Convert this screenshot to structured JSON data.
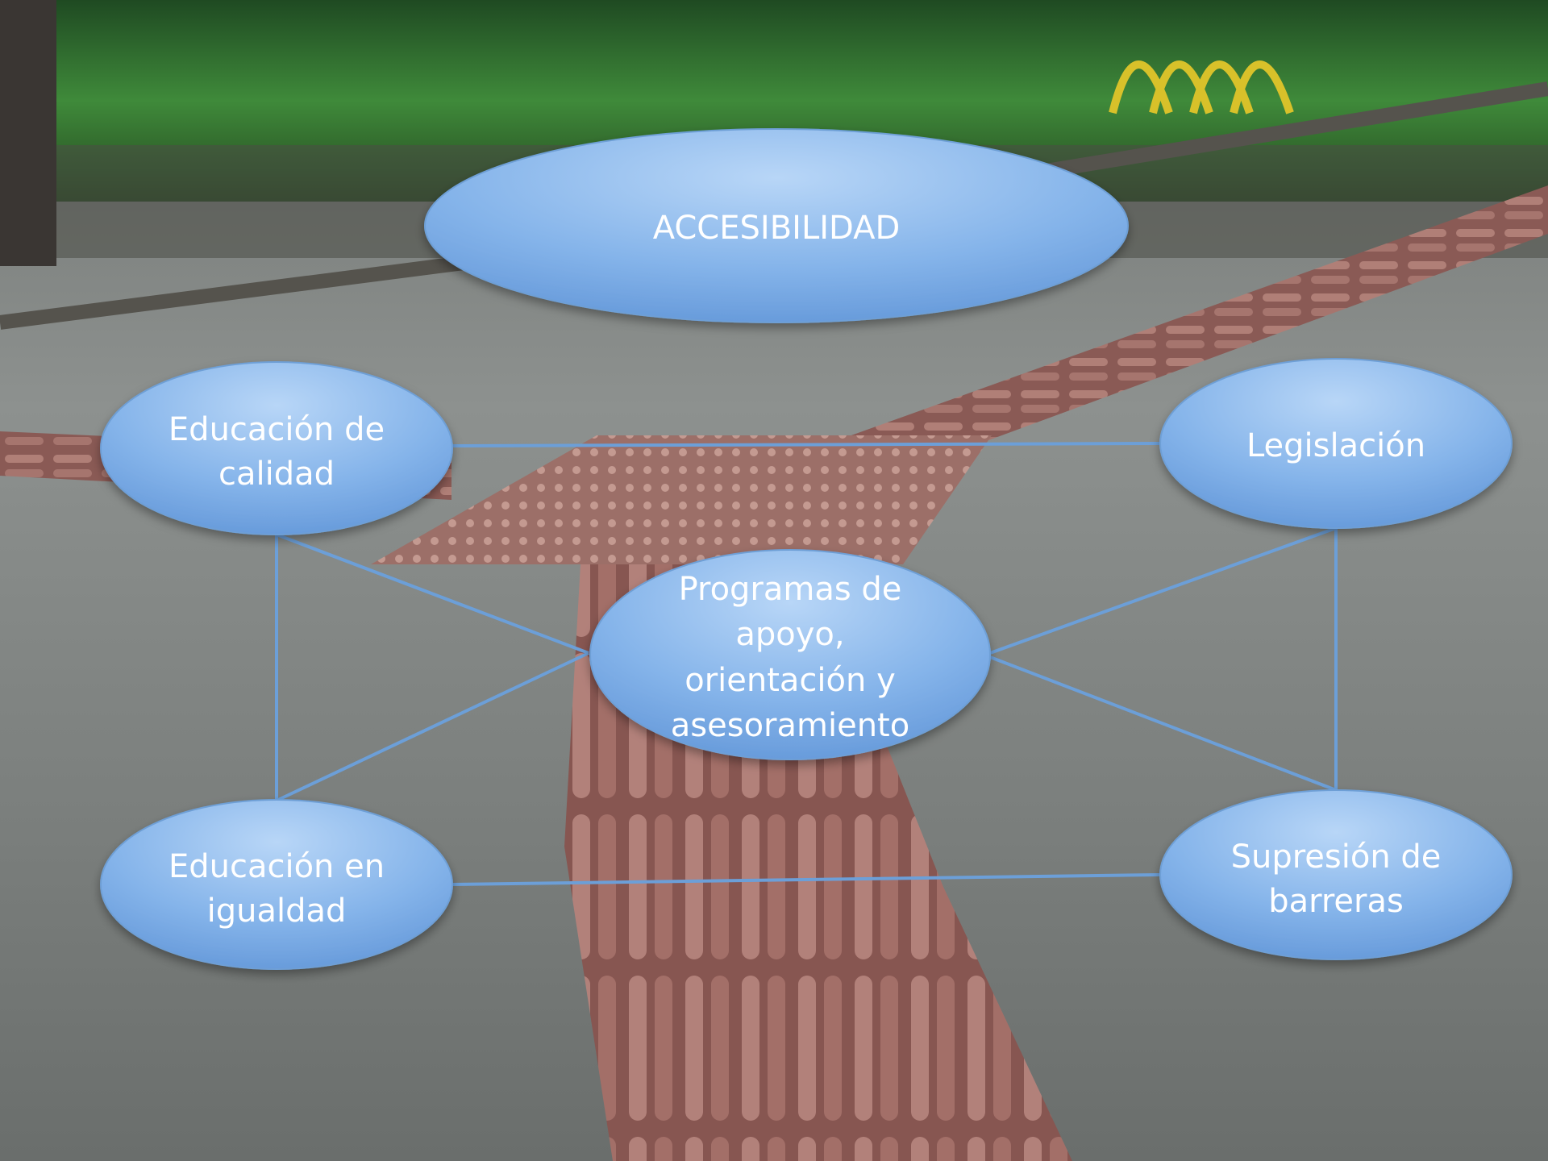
{
  "colors": {
    "node_fill_light": "#a9cdf3",
    "node_fill_mid": "#7fb0e8",
    "node_fill_dark": "#5f95d8",
    "node_stroke": "#6e9fd6",
    "connector": "#6c9fd8",
    "label": "#ffffff"
  },
  "background": {
    "description_icons": [
      "paved-walkway",
      "tactile-paving-strip",
      "garden-plants"
    ]
  },
  "nodes": {
    "accesibilidad": {
      "lines": [
        "ACCESIBILIDAD"
      ]
    },
    "educacion_calidad": {
      "lines": [
        "Educación de",
        "calidad"
      ]
    },
    "legislacion": {
      "lines": [
        "Legislación"
      ]
    },
    "programas": {
      "lines": [
        "Programas de",
        "apoyo,",
        "orientación y",
        "asesoramiento"
      ]
    },
    "educacion_igualdad": {
      "lines": [
        "Educación en",
        "igualdad"
      ]
    },
    "supresion": {
      "lines": [
        "Supresión de",
        "barreras"
      ]
    }
  }
}
